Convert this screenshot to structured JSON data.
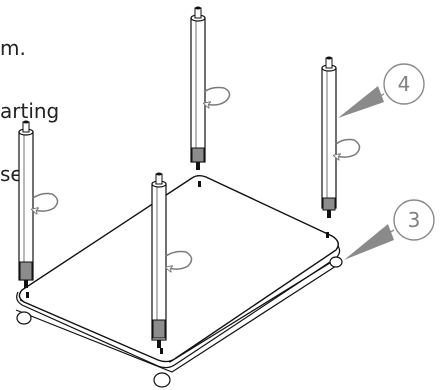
{
  "instruction": {
    "lines": [
      "m.",
      "arting",
      "se."
    ]
  },
  "callouts": [
    {
      "label": "4",
      "part": "leg"
    },
    {
      "label": "3",
      "part": "shelf"
    }
  ],
  "colors": {
    "line": "#111111",
    "callout": "#8a8a8a",
    "rotation_arrow": "#7a7a7a",
    "glide_pad": "#8c8c8c",
    "background": "#ffffff"
  },
  "icons": {
    "rotation": "clockwise-rotation-arrow-icon",
    "callout_arrow": "callout-pointer-arrow-icon"
  }
}
